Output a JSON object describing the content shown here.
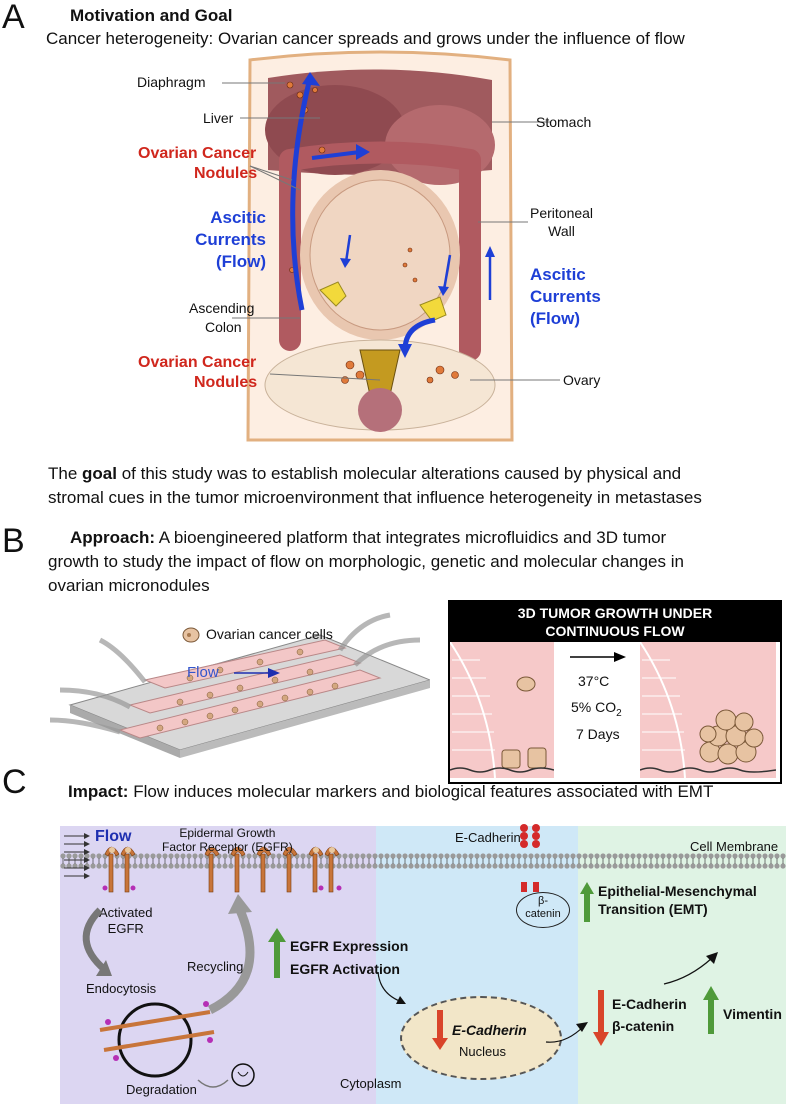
{
  "panel_a": {
    "letter": "A",
    "title": "Motivation and Goal",
    "subtitle": "Cancer heterogeneity: Ovarian cancer spreads and grows under the influence of flow",
    "labels": {
      "diaphragm": "Diaphragm",
      "liver": "Liver",
      "stomach": "Stomach",
      "nodules_top_1": "Ovarian Cancer",
      "nodules_top_2": "Nodules",
      "ascitic_left_1": "Ascitic",
      "ascitic_left_2": "Currents",
      "ascitic_left_3": "(Flow)",
      "peritoneal_1": "Peritoneal",
      "peritoneal_2": "Wall",
      "ascitic_right_1": "Ascitic",
      "ascitic_right_2": "Currents",
      "ascitic_right_3": "(Flow)",
      "ascending_1": "Ascending",
      "ascending_2": "Colon",
      "nodules_bottom_1": "Ovarian Cancer",
      "nodules_bottom_2": "Nodules",
      "ovary": "Ovary"
    },
    "goal_pre": "The ",
    "goal_bold": "goal",
    "goal_post_1": " of this study was to establish molecular alterations caused by physical and",
    "goal_line_2": "stromal cues in the tumor microenvironment that influence heterogeneity in metastases"
  },
  "panel_b": {
    "letter": "B",
    "approach_bold": "Approach:",
    "approach_1": " A bioengineered platform that integrates microfluidics and 3D tumor",
    "approach_2": "growth to study the impact of flow on morphologic, genetic and molecular changes in",
    "approach_3": "ovarian micronodules",
    "legend_cells": "Ovarian cancer cells",
    "flow": "Flow",
    "box_title_1": "3D TUMOR GROWTH UNDER",
    "box_title_2": "CONTINUOUS FLOW",
    "temp": "37°C",
    "co2_pre": "5% CO",
    "co2_sub": "2",
    "days": "7 Days"
  },
  "panel_c": {
    "letter": "C",
    "impact_bold": "Impact:",
    "impact_text": " Flow induces molecular markers and biological features associated with EMT",
    "flow": "Flow",
    "egfr_1": "Epidermal Growth",
    "egfr_2": "Factor Receptor (EGFR)",
    "activated_1": "Activated",
    "activated_2": "EGFR",
    "endocytosis": "Endocytosis",
    "recycling": "Recycling",
    "degradation": "Degradation",
    "egfr_expression": "EGFR Expression",
    "egfr_activation": "EGFR Activation",
    "ecadherin_top": "E-Cadherin",
    "beta_1": "β-",
    "beta_2": "catenin",
    "ecadherin_nucleus": "E-Cadherin",
    "nucleus": "Nucleus",
    "cytoplasm": "Cytoplasm",
    "cell_membrane": "Cell Membrane",
    "emt_1": "Epithelial-Mesenchymal",
    "emt_2": "Transition (EMT)",
    "ecad_right": "E-Cadherin",
    "bcat_right": "β-catenin",
    "vimentin": "Vimentin"
  },
  "colors": {
    "red_label": "#d0271d",
    "blue_label": "#1e3fd6",
    "up_arrow": "#4f9a3a",
    "down_arrow": "#d9442a",
    "panel_purple": "#dcd6f2",
    "panel_blue": "#cfe8f7",
    "panel_green": "#dff3e4",
    "receptor": "#c8753a"
  }
}
